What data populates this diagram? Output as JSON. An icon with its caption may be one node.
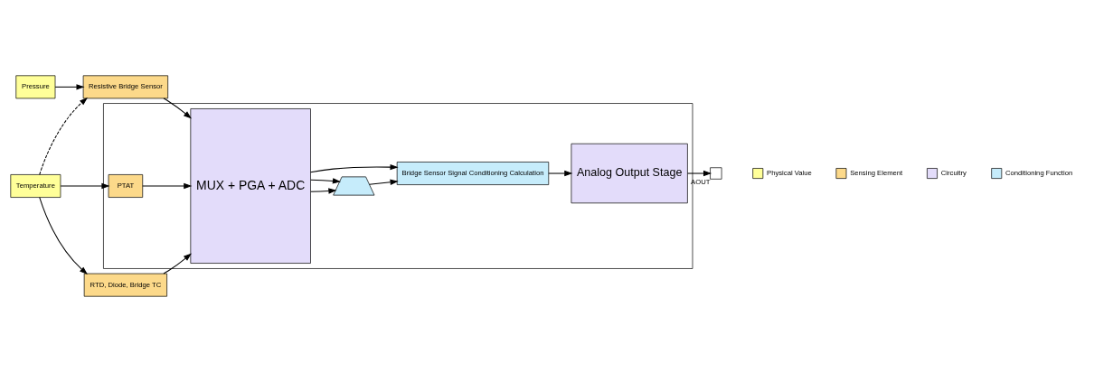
{
  "diagram": {
    "nodes": [
      {
        "text": [
          "Pressure"
        ]
      },
      {
        "text": [
          "Resistive Bridge Sensor"
        ]
      },
      {
        "text": [
          "Temperature"
        ]
      },
      {
        "text": [
          "RTD, Diode, Bridge TC"
        ]
      },
      {
        "text": [],
        "shape": "box"
      },
      {
        "text": [
          "MUX + PGA + ADC"
        ],
        "in": 4
      },
      {
        "text": [
          "PTAT"
        ],
        "in": 4
      },
      {
        "text": [],
        "shape": "trapezoid",
        "in": 4
      },
      {
        "text": [
          "Bridge Sensor Signal Conditioning Calculation"
        ],
        "in": 4
      },
      {
        "text": [
          "Analog Output Stage"
        ],
        "in": 4
      },
      {
        "text": [],
        "shape": "box",
        "beside": [
          "AOUT"
        ]
      }
    ],
    "edges": [
      {
        "from": 0,
        "to": 1,
        "arrow": "to"
      },
      {
        "from": 2,
        "to": 1,
        "arrow": "to",
        "style": "dashed"
      },
      {
        "from": 2,
        "to": 6,
        "arrow": "to"
      },
      {
        "from": 2,
        "to": 3,
        "arrow": "to"
      },
      {
        "from": 1,
        "to": 5,
        "arrow": "to"
      },
      {
        "from": 6,
        "to": 5,
        "arrow": "to"
      },
      {
        "from": 3,
        "to": 5,
        "arrow": "to"
      },
      {
        "from": 5,
        "to": 8,
        "arrow": "to"
      },
      {
        "from": 5,
        "to": 7,
        "arrow": "to"
      },
      {
        "from": 5,
        "to": 7,
        "arrow": "to"
      },
      {
        "from": 7,
        "to": 8,
        "arrow": "to"
      },
      {
        "from": 8,
        "to": 9,
        "arrow": "to"
      },
      {
        "from": 9,
        "to": 10,
        "arrow": "to"
      }
    ],
    "legend": [
      {
        "text": "Physical Value",
        "color": "#ffff99"
      },
      {
        "text": "Sensing Element",
        "color": "#fcd98a"
      },
      {
        "text": "Circuitry",
        "color": "#e3dcfa"
      },
      {
        "text": "Conditioning Function",
        "color": "#c6ecfb"
      }
    ]
  }
}
